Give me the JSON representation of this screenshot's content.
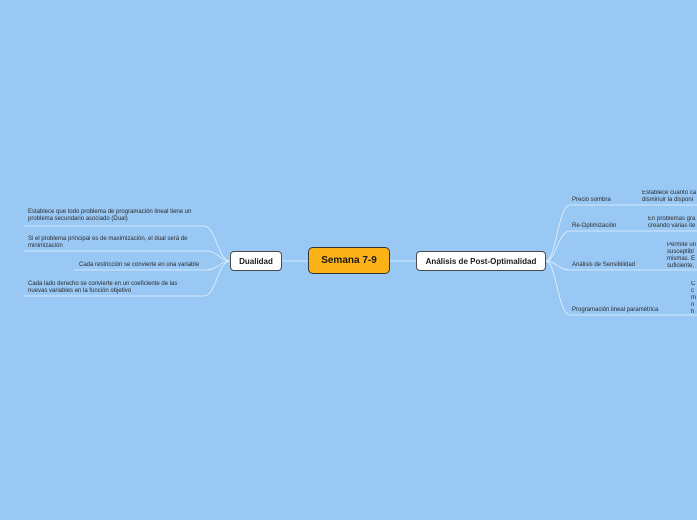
{
  "root": {
    "label": "Semana 7-9"
  },
  "left": {
    "label": "Dualidad",
    "children": [
      {
        "line1": "Establece que todo problema de programación lineal tiene un",
        "line2": "problema secundario asociado (Dual)"
      },
      {
        "line1": "Si el problema principal es de maximización, el dual será de",
        "line2": "minimización"
      },
      {
        "line1": "Cada restricción se convierte en una variable",
        "line2": ""
      },
      {
        "line1": "Cada lado derecho se convierte en un coeficiente de las",
        "line2": "nuevas variables en la función objetivo"
      }
    ]
  },
  "right": {
    "label": "Análisis de Post-Optimalidad",
    "children": [
      {
        "label": "Precio sombra",
        "detail1": "Establece cuanto ca",
        "detail2": "disminuir la disponi",
        "detail3": ""
      },
      {
        "label": "Re-Optimización",
        "detail1": "En problemas gra",
        "detail2": "creando varias ite",
        "detail3": ""
      },
      {
        "label": "Análisis de Sensibilidad",
        "detail1": "Permite un",
        "detail2": "susceptibl",
        "detail3": "mismas. E",
        "detail4": "suficiente,"
      },
      {
        "label": "Programación lineal paramétrica",
        "detail1": "C",
        "detail2": "c",
        "detail3": "m",
        "detail4": "n",
        "detail5": "h"
      }
    ]
  }
}
